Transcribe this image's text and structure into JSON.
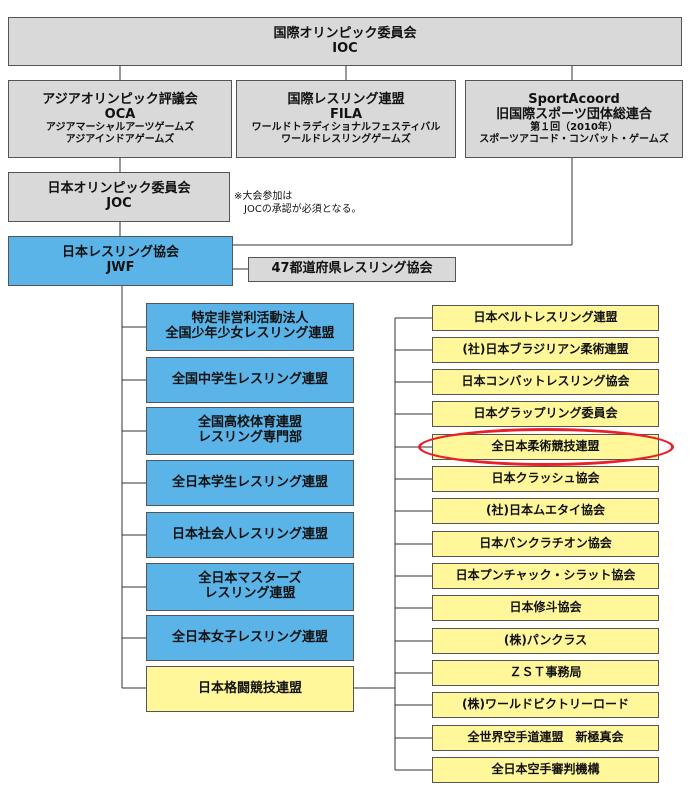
{
  "ioc": {
    "name": "国際オリンピック委員会",
    "abbr": "IOC"
  },
  "oca": {
    "name": "アジアオリンピック評議会",
    "abbr": "OCA",
    "games1": "アジアマーシャルアーツゲームズ",
    "games2": "アジアインドアゲームズ"
  },
  "fila": {
    "name": "国際レスリング連盟",
    "abbr": "FILA",
    "games1": "ワールドトラディショナルフェスティバル",
    "games2": "ワールドレスリングゲームズ"
  },
  "sportaccord": {
    "name": "SportAcoord",
    "sub": "旧国際スポーツ団体総連合",
    "games1": "第１回（2010年）",
    "games2": "スポーツアコード・コンバット・ゲームズ"
  },
  "joc": {
    "name": "日本オリンピック委員会",
    "abbr": "JOC"
  },
  "note": {
    "line1": "※大会参加は",
    "line2": "JOCの承認が必須となる。"
  },
  "jwf": {
    "name": "日本レスリング協会",
    "abbr": "JWF"
  },
  "prefectural": "47都道府県レスリング協会",
  "blue_orgs": [
    {
      "line1": "特定非営利活動法人",
      "line2": "全国少年少女レスリング連盟"
    },
    {
      "line1": "全国中学生レスリング連盟",
      "line2": ""
    },
    {
      "line1": "全国高校体育連盟",
      "line2": "レスリング専門部"
    },
    {
      "line1": "全日本学生レスリング連盟",
      "line2": ""
    },
    {
      "line1": "日本社会人レスリング連盟",
      "line2": ""
    },
    {
      "line1": "全日本マスターズ",
      "line2": "レスリング連盟"
    },
    {
      "line1": "全日本女子レスリング連盟",
      "line2": ""
    }
  ],
  "fighting_federation": "日本格闘競技連盟",
  "yellow_orgs": [
    "日本ベルトレスリング連盟",
    "(社)日本ブラジリアン柔術連盟",
    "日本コンバットレスリング協会",
    "日本グラップリング委員会",
    "全日本柔術競技連盟",
    "日本クラッシュ協会",
    "(社)日本ムエタイ協会",
    "日本パンクラチオン協会",
    "日本プンチャック・シラット協会",
    "日本修斗協会",
    "(株)パンクラス",
    "ＺＳＴ事務局",
    "(株)ワールドビクトリーロード",
    "全世界空手道連盟　新極真会",
    "全日本空手審判機構"
  ],
  "highlighted_org": "全日本柔術競技連盟",
  "colors": {
    "gray": "#d9d9d9",
    "blue": "#5ab4e8",
    "yellow": "#fff799",
    "highlight": "#e8202a",
    "line": "#333333"
  }
}
